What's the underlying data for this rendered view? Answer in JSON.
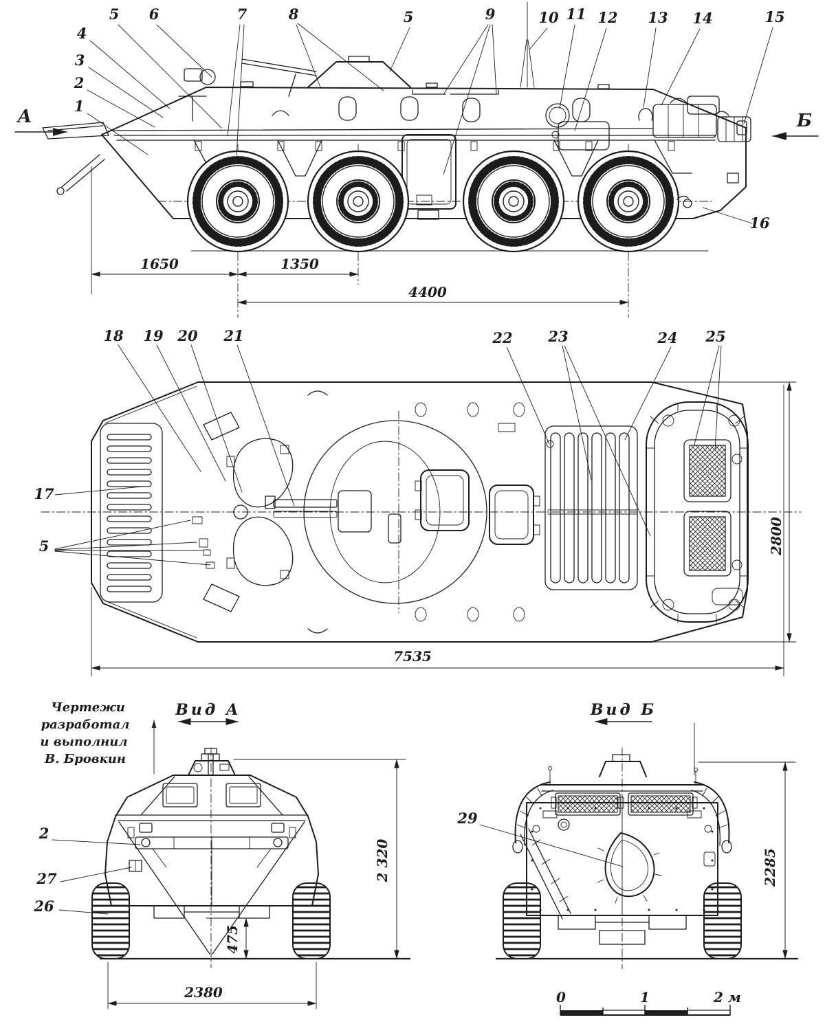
{
  "ink_color": "#1c1c1c",
  "paper_color": "#ffffff",
  "side_view": {
    "view_arrow_a": "А",
    "view_arrow_b": "Б",
    "callouts": [
      "1",
      "2",
      "3",
      "4",
      "5",
      "6",
      "7",
      "8",
      "5",
      "9",
      "10",
      "11",
      "12",
      "13",
      "14",
      "15",
      "16"
    ],
    "dims": [
      "1650",
      "1350",
      "4400"
    ]
  },
  "top_view": {
    "callouts": [
      "18",
      "19",
      "20",
      "21",
      "22",
      "23",
      "24",
      "25",
      "17",
      "5"
    ],
    "dims": [
      "7535",
      "2800"
    ]
  },
  "front_view": {
    "title": "Вид А",
    "callouts": [
      "2",
      "27",
      "26"
    ],
    "dims": [
      "2 320",
      "475",
      "2380"
    ]
  },
  "rear_view": {
    "title": "Вид Б",
    "callouts": [
      "29"
    ],
    "dims": [
      "2285"
    ]
  },
  "credit": {
    "lines": [
      "Чертежи",
      "разработал",
      "и выполнил",
      "В. Бровкин"
    ]
  },
  "scale_bar": {
    "labels": [
      "0",
      "1",
      "2 м"
    ]
  }
}
